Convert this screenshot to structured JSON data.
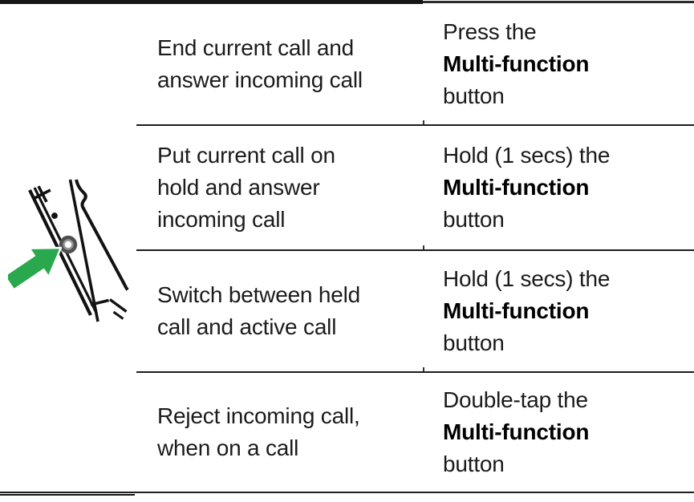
{
  "page": {
    "background": "#ffffff",
    "text_color": "#1b1b1b",
    "border_color": "#1c1c1c"
  },
  "illustration": {
    "description": "headset edge with volume plus, indicator dot, multi-function button and volume minus; green arrow pointing at multi-function button",
    "arrow_color": "#29a84e",
    "outline_color": "#121212",
    "button_ring_outer_color": "#4f4f4f",
    "button_ring_mid_color": "#969696",
    "button_ring_center_color": "#fbfbfb"
  },
  "table": {
    "rows": [
      {
        "action_lines": [
          "End current call and",
          "answer incoming call"
        ],
        "gesture": {
          "line1": "Press the",
          "bold": "Multi-function",
          "line3": "button"
        }
      },
      {
        "action_lines": [
          "Put current call on",
          "hold and answer",
          "incoming call"
        ],
        "gesture": {
          "line1": "Hold (1 secs) the",
          "bold": "Multi-function",
          "line3": "button"
        }
      },
      {
        "action_lines": [
          "Switch between held",
          "call and active call"
        ],
        "gesture": {
          "line1": "Hold (1 secs) the",
          "bold": "Multi-function",
          "line3": "button"
        }
      },
      {
        "action_lines": [
          "Reject incoming call,",
          "when on a call"
        ],
        "gesture": {
          "line1": "Double-tap the",
          "bold": "Multi-function",
          "line3": "button"
        }
      }
    ]
  }
}
